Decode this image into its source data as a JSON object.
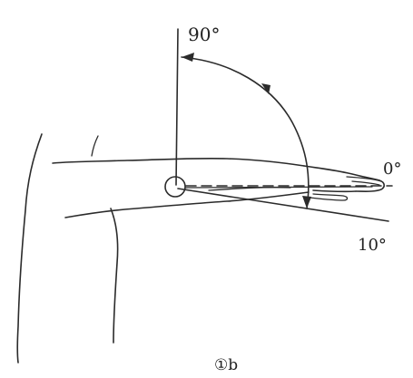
{
  "figure": {
    "labels": {
      "upper_angle": "90°",
      "neutral_angle": "0°",
      "lower_angle": "10°",
      "caption": "①b"
    },
    "colors": {
      "ink": "#2b2b2b",
      "background": "#ffffff"
    }
  }
}
